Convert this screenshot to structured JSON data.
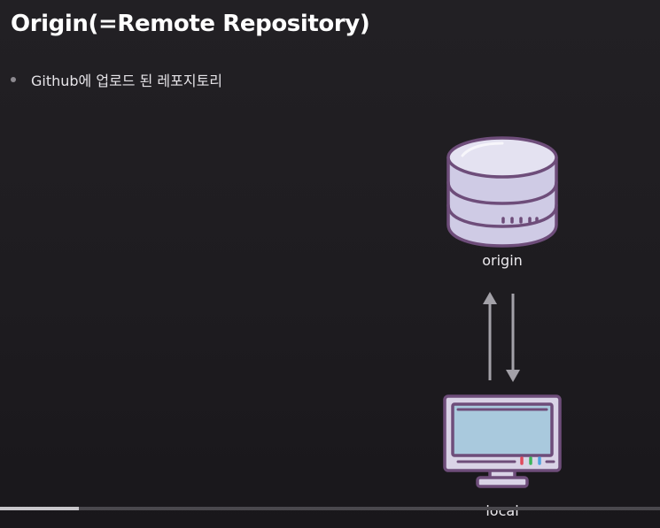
{
  "slide": {
    "title": "Origin(=Remote Repository)",
    "bullets": [
      {
        "text": "Github에 업로드 된 레포지토리"
      }
    ]
  },
  "diagram": {
    "remote_label": "origin",
    "local_label": "local",
    "remote_icon": "database-icon",
    "local_icon": "desktop-monitor-icon",
    "arrows": [
      "push-arrow-up",
      "pull-arrow-down"
    ]
  },
  "colors": {
    "background": "#1e1c20",
    "icon_outline": "#6e4d7a",
    "database_fill": "#d7d4ea",
    "monitor_screen": "#a9c9dd",
    "monitor_frame": "#d9d3e6",
    "arrow": "#a3a1a8",
    "led_red": "#e04a5c",
    "led_green": "#3bb55a",
    "led_blue": "#4fa3e0"
  },
  "video_progress": 0.12
}
